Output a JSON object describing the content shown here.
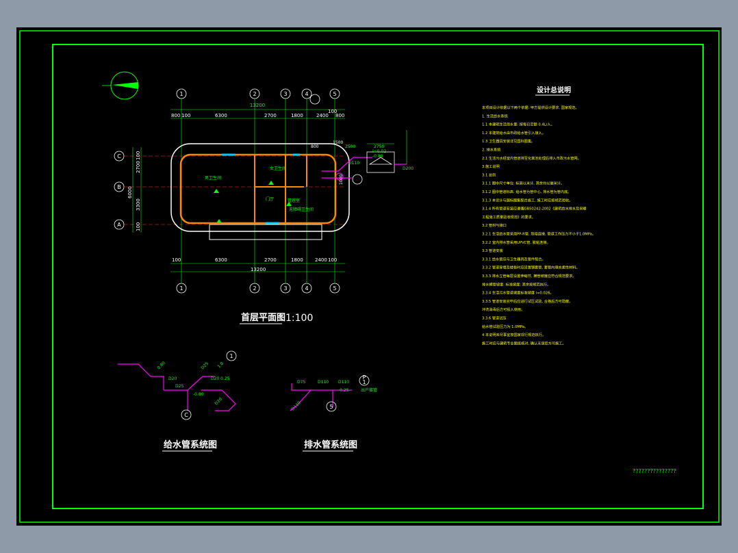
{
  "drawing": {
    "plan_title": "首层平面图",
    "plan_scale": "1:100",
    "notes_title": "设计总说明",
    "water_supply_title": "给水管系统图",
    "drainage_title": "排水管系统图",
    "title_block_text": "???????????????",
    "axes_top": [
      "1",
      "2",
      "3",
      "4",
      "5"
    ],
    "axes_side": [
      "C",
      "B",
      "A"
    ],
    "dims_top_overall": "13200",
    "dims_top": [
      "800",
      "100",
      "6300",
      "2700",
      "1800",
      "2400",
      "100",
      "800"
    ],
    "dims_bottom": [
      "100",
      "6300",
      "2700",
      "1800",
      "2400",
      "100"
    ],
    "dims_bottom_overall": "13200",
    "dims_side": [
      "2700",
      "6000",
      "3300",
      "100",
      "100"
    ],
    "rooms": [
      "男卫生间",
      "女卫生间",
      "门厅",
      "管理室",
      "无障碍卫生间"
    ],
    "pipe_labels": [
      "D110",
      "D200",
      "-0.80",
      "i=0.02",
      "2750",
      "2500",
      "1000",
      "800",
      "1500"
    ],
    "supply_labels": [
      "D20",
      "D25",
      "-0.80",
      "D20 0.25",
      "D25",
      "D20",
      "0.80",
      "1.0",
      "C",
      "1"
    ],
    "drain_labels": [
      "D75",
      "D110",
      "D110",
      "-0.25",
      "D110",
      "5",
      "P",
      "1",
      "出户接管"
    ],
    "notes": [
      "本项目设计依据以下两个依据: 甲方提供设计要求, 国家规范。",
      "1. 生活给水系统",
      "1.1 本建筑生活用水量: 按每日定额 0.4L/人。",
      "1.2 本建筑给水由市政给水管引入接入。",
      "1.3 卫生器具安装详见国标图集。",
      "2. 排水系统",
      "2.1 生活污水经室内管道排至化粪池处理后排入市政污水管网。",
      "3 施工说明",
      "3.1 总则",
      "3.1.1 图中尺寸单位: 标高以米计, 其余均以毫米计。",
      "3.1.2 图中管道标高: 给水管为管中心, 排水管为管内底。",
      "3.1.3 本设计与国标图集配合施工, 施工时应按规范验收。",
      "3.1.4 所有管道安装应遵循GB50242-2002《建筑给水排水及采暖",
      "工程施工质量验收规范》的要求。",
      "3.2 管材与接口",
      "3.2.1 生活给水管采用PP-R管, 热熔连接, 管道工作压力不小于1.0MPa。",
      "3.2.2 室内排水管采用UPVC管, 胶粘连接。",
      "3.3 管道安装",
      "3.3.1 给水管应与卫生器具及管件配合。",
      "3.3.2 管道穿墙及楼板时应设置钢套管, 套管内填充柔性材料。",
      "3.3.3 排水立管每层设置伸缩节, 横管坡度应符合规范要求。",
      "排水横管坡度: 标准坡度; 其余按规范执行。",
      "3.3.4 生活污水管道坡度标准坡度 i=0.026。",
      "3.3.5 管道安装完毕后应进行试压试验, 合格后方可隐蔽。",
      "冲洗消毒后方可投入使用。",
      "3.3.6 管道试压",
      "给水管试验压力为 1.0MPa。",
      "4 本说明未尽事宜按国家现行规范执行。",
      "施工时应与建筑专业图纸核对, 确认无误后方可施工。"
    ]
  }
}
